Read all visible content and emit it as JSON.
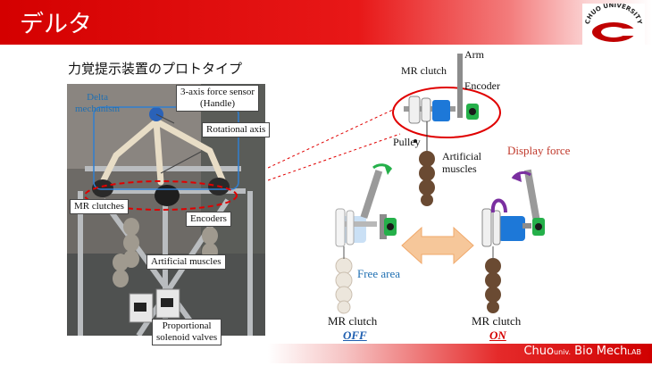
{
  "header": {
    "title": "デルタ",
    "logo_text": "CHUO UNIVERSITY"
  },
  "subtitle": "力覚提示装置のプロトタイプ",
  "photo_labels": {
    "delta_mechanism": "Delta\nmechanism",
    "force_sensor": "3-axis force sensor\n(Handle)",
    "rotational_axis": "Rotational axis",
    "mr_clutches": "MR clutches",
    "encoders": "Encoders",
    "artificial_muscles": "Artificial muscles",
    "solenoid_valves": "Proportional\nsolenoid valves"
  },
  "diagram_labels": {
    "arm": "Arm",
    "mr_clutch": "MR clutch",
    "encoder": "Encoder",
    "pulley": "Pulley",
    "artificial_muscles": "Artificial\nmuscles",
    "display_force": "Display force",
    "free_area": "Free area",
    "mr_clutch_left": "MR clutch",
    "off": "OFF",
    "mr_clutch_right": "MR clutch",
    "on": "ON"
  },
  "footer": {
    "lab_main": "Chuo",
    "lab_small": "univ.",
    "lab_rest": "Bio Mech",
    "lab_suffix": "LAB"
  },
  "colors": {
    "brand_red": "#d40000",
    "off_blue": "#1f5fb0",
    "on_red": "#d40000",
    "free_area_blue": "#1f6fb2",
    "display_force_red": "#c0392b"
  }
}
